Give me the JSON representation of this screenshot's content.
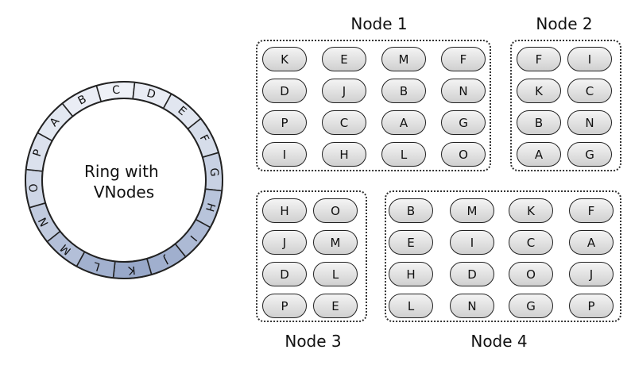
{
  "ring": {
    "center_label": "Ring with VNodes",
    "center_lines": [
      "Ring with",
      "VNodes"
    ],
    "segments": [
      {
        "label": "C",
        "shade": 0
      },
      {
        "label": "D",
        "shade": 0.05
      },
      {
        "label": "E",
        "shade": 0.12
      },
      {
        "label": "F",
        "shade": 0.22
      },
      {
        "label": "G",
        "shade": 0.35
      },
      {
        "label": "H",
        "shade": 0.5
      },
      {
        "label": "I",
        "shade": 0.6
      },
      {
        "label": "J",
        "shade": 0.72
      },
      {
        "label": "K",
        "shade": 0.8
      },
      {
        "label": "L",
        "shade": 0.7
      },
      {
        "label": "M",
        "shade": 0.55
      },
      {
        "label": "N",
        "shade": 0.42
      },
      {
        "label": "O",
        "shade": 0.3
      },
      {
        "label": "P",
        "shade": 0.18
      },
      {
        "label": "A",
        "shade": 0.1
      },
      {
        "label": "B",
        "shade": 0.04
      }
    ]
  },
  "nodes": [
    {
      "title": "Node 1",
      "rows": [
        [
          "K",
          "E",
          "M",
          "F"
        ],
        [
          "D",
          "J",
          "B",
          "N"
        ],
        [
          "P",
          "C",
          "A",
          "G"
        ],
        [
          "I",
          "H",
          "L",
          "O"
        ]
      ]
    },
    {
      "title": "Node 2",
      "rows": [
        [
          "F",
          "I"
        ],
        [
          "K",
          "C"
        ],
        [
          "B",
          "N"
        ],
        [
          "A",
          "G"
        ]
      ]
    },
    {
      "title": "Node 3",
      "rows": [
        [
          "H",
          "O"
        ],
        [
          "J",
          "M"
        ],
        [
          "D",
          "L"
        ],
        [
          "P",
          "E"
        ]
      ]
    },
    {
      "title": "Node 4",
      "rows": [
        [
          "B",
          "M",
          "K",
          "F"
        ],
        [
          "E",
          "I",
          "C",
          "A"
        ],
        [
          "H",
          "D",
          "O",
          "J"
        ],
        [
          "L",
          "N",
          "G",
          "P"
        ]
      ]
    }
  ],
  "colors": {
    "ring_light": "#eef1f7",
    "ring_dark": "#8296be",
    "chip_top": "#f4f4f4",
    "chip_bottom": "#d0d0d0",
    "stroke": "#222222"
  }
}
